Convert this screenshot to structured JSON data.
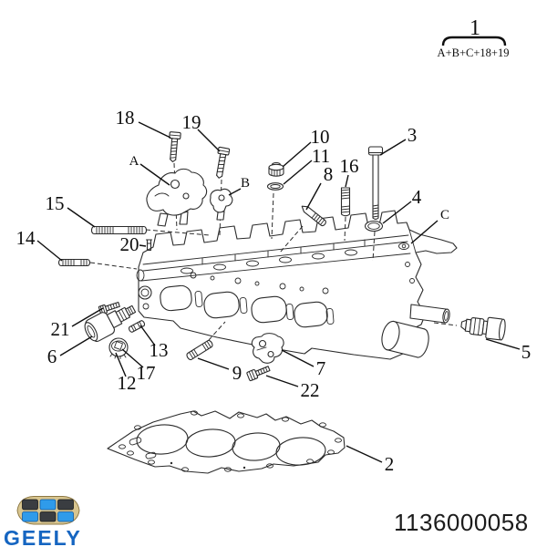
{
  "canvas": {
    "background": "#ffffff"
  },
  "diagram": {
    "group_callout": {
      "label": "1",
      "formula": "A+B+C+18+19"
    },
    "callouts": {
      "items": [
        "18",
        "19",
        "A",
        "B",
        "10",
        "11",
        "8",
        "16",
        "3",
        "4",
        "C",
        "15",
        "14",
        "20",
        "21",
        "6",
        "13",
        "12",
        "17",
        "9",
        "7",
        "22",
        "2",
        "5"
      ]
    }
  },
  "footer": {
    "brand": "GEELY",
    "part_number": "1136000058"
  },
  "colors": {
    "line_art": "#2b2b2b",
    "brand_blue": "#1565c1",
    "emblem_gold": "#d8c58f",
    "emblem_dark": "#3a3d41",
    "emblem_blue": "#2f9bea"
  }
}
